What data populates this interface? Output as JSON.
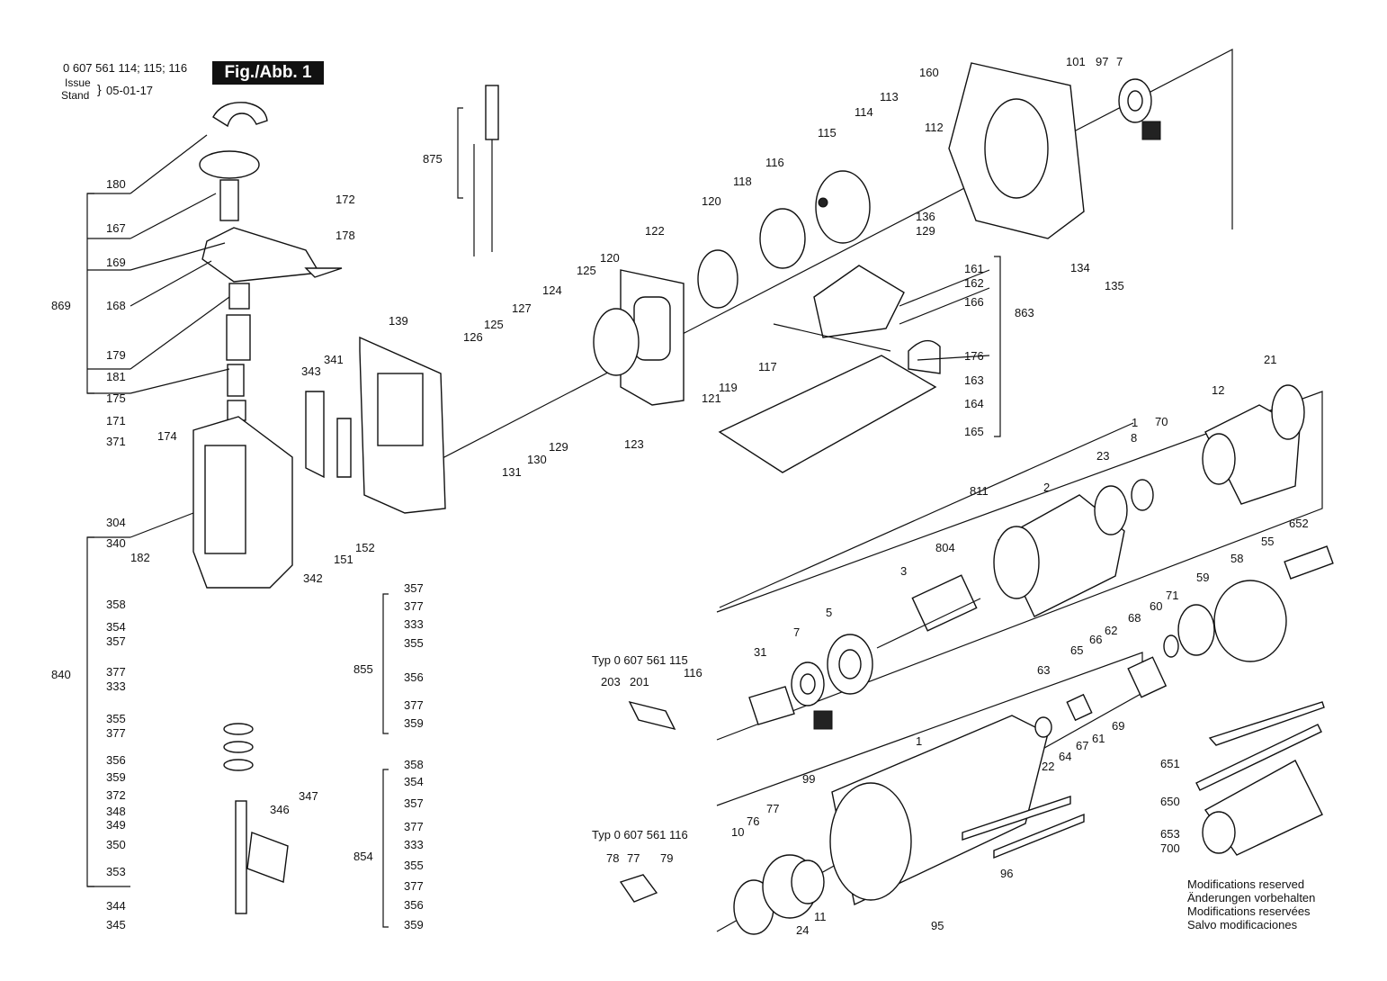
{
  "header": {
    "part_numbers": "0 607 561 114; 115; 116",
    "issue_label": "Issue",
    "stand_label": "Stand",
    "date": "05-01-17",
    "figure_title": "Fig./Abb. 1"
  },
  "typ_labels": {
    "typ_a_line1": "Typ 0 607 561 115",
    "typ_a_line2": "116",
    "typ_b": "Typ 0 607 561 116"
  },
  "notes": [
    "Modifications reserved",
    "Änderungen vorbehalten",
    "Modifications reservées",
    "Salvo modificaciones"
  ],
  "callouts": [
    {
      "id": "c0",
      "text": "180"
    },
    {
      "id": "c1",
      "text": "167"
    },
    {
      "id": "c2",
      "text": "169"
    },
    {
      "id": "c3",
      "text": "168"
    },
    {
      "id": "c4",
      "text": "869"
    },
    {
      "id": "c5",
      "text": "179"
    },
    {
      "id": "c6",
      "text": "181"
    },
    {
      "id": "c7",
      "text": "175"
    },
    {
      "id": "c8",
      "text": "171"
    },
    {
      "id": "c9",
      "text": "371"
    },
    {
      "id": "c10",
      "text": "172"
    },
    {
      "id": "c11",
      "text": "178"
    },
    {
      "id": "c12",
      "text": "174"
    },
    {
      "id": "c13",
      "text": "304"
    },
    {
      "id": "c14",
      "text": "340"
    },
    {
      "id": "c15",
      "text": "182"
    },
    {
      "id": "c16",
      "text": "358"
    },
    {
      "id": "c17",
      "text": "354"
    },
    {
      "id": "c18",
      "text": "357"
    },
    {
      "id": "c19",
      "text": "840"
    },
    {
      "id": "c20",
      "text": "377"
    },
    {
      "id": "c21",
      "text": "333"
    },
    {
      "id": "c22",
      "text": "355"
    },
    {
      "id": "c23",
      "text": "377"
    },
    {
      "id": "c24",
      "text": "356"
    },
    {
      "id": "c25",
      "text": "359"
    },
    {
      "id": "c26",
      "text": "372"
    },
    {
      "id": "c27",
      "text": "348"
    },
    {
      "id": "c28",
      "text": "349"
    },
    {
      "id": "c29",
      "text": "350"
    },
    {
      "id": "c30",
      "text": "353"
    },
    {
      "id": "c31",
      "text": "344"
    },
    {
      "id": "c32",
      "text": "345"
    },
    {
      "id": "c33",
      "text": "346"
    },
    {
      "id": "c34",
      "text": "347"
    },
    {
      "id": "c35",
      "text": "875"
    },
    {
      "id": "c36",
      "text": "343"
    },
    {
      "id": "c37",
      "text": "341"
    },
    {
      "id": "c38",
      "text": "342"
    },
    {
      "id": "c39",
      "text": "151"
    },
    {
      "id": "c40",
      "text": "152"
    },
    {
      "id": "c41",
      "text": "139"
    },
    {
      "id": "c42",
      "text": "126"
    },
    {
      "id": "c43",
      "text": "125"
    },
    {
      "id": "c44",
      "text": "127"
    },
    {
      "id": "c45",
      "text": "124"
    },
    {
      "id": "c46",
      "text": "125"
    },
    {
      "id": "c47",
      "text": "120"
    },
    {
      "id": "c48",
      "text": "122"
    },
    {
      "id": "c49",
      "text": "131"
    },
    {
      "id": "c50",
      "text": "130"
    },
    {
      "id": "c51",
      "text": "129"
    },
    {
      "id": "c52",
      "text": "123"
    },
    {
      "id": "c53",
      "text": "120"
    },
    {
      "id": "c54",
      "text": "118"
    },
    {
      "id": "c55",
      "text": "116"
    },
    {
      "id": "c56",
      "text": "115"
    },
    {
      "id": "c57",
      "text": "114"
    },
    {
      "id": "c58",
      "text": "113"
    },
    {
      "id": "c59",
      "text": "160"
    },
    {
      "id": "c60",
      "text": "112"
    },
    {
      "id": "c61",
      "text": "101"
    },
    {
      "id": "c62",
      "text": "97"
    },
    {
      "id": "c63",
      "text": "7"
    },
    {
      "id": "c64",
      "text": "136"
    },
    {
      "id": "c65",
      "text": "129"
    },
    {
      "id": "c66",
      "text": "134"
    },
    {
      "id": "c67",
      "text": "135"
    },
    {
      "id": "c68",
      "text": "121"
    },
    {
      "id": "c69",
      "text": "119"
    },
    {
      "id": "c70",
      "text": "117"
    },
    {
      "id": "c71",
      "text": "161"
    },
    {
      "id": "c72",
      "text": "162"
    },
    {
      "id": "c73",
      "text": "166"
    },
    {
      "id": "c74",
      "text": "863"
    },
    {
      "id": "c75",
      "text": "176"
    },
    {
      "id": "c76",
      "text": "163"
    },
    {
      "id": "c77",
      "text": "164"
    },
    {
      "id": "c78",
      "text": "165"
    },
    {
      "id": "c79",
      "text": "21"
    },
    {
      "id": "c80",
      "text": "12"
    },
    {
      "id": "c81",
      "text": "1"
    },
    {
      "id": "c82",
      "text": "70"
    },
    {
      "id": "c83",
      "text": "8"
    },
    {
      "id": "c84",
      "text": "23"
    },
    {
      "id": "c85",
      "text": "811"
    },
    {
      "id": "c86",
      "text": "2"
    },
    {
      "id": "c87",
      "text": "804"
    },
    {
      "id": "c88",
      "text": "3"
    },
    {
      "id": "c89",
      "text": "5"
    },
    {
      "id": "c90",
      "text": "7"
    },
    {
      "id": "c91",
      "text": "31"
    },
    {
      "id": "c92",
      "text": "652"
    },
    {
      "id": "c93",
      "text": "55"
    },
    {
      "id": "c94",
      "text": "58"
    },
    {
      "id": "c95",
      "text": "59"
    },
    {
      "id": "c96",
      "text": "71"
    },
    {
      "id": "c97",
      "text": "60"
    },
    {
      "id": "c98",
      "text": "68"
    },
    {
      "id": "c99",
      "text": "62"
    },
    {
      "id": "c100",
      "text": "66"
    },
    {
      "id": "c101",
      "text": "65"
    },
    {
      "id": "c102",
      "text": "63"
    },
    {
      "id": "c103",
      "text": "69"
    },
    {
      "id": "c104",
      "text": "61"
    },
    {
      "id": "c105",
      "text": "67"
    },
    {
      "id": "c106",
      "text": "64"
    },
    {
      "id": "c107",
      "text": "22"
    },
    {
      "id": "c108",
      "text": "1"
    },
    {
      "id": "c109",
      "text": "357"
    },
    {
      "id": "c110",
      "text": "377"
    },
    {
      "id": "c111",
      "text": "333"
    },
    {
      "id": "c112",
      "text": "355"
    },
    {
      "id": "c113",
      "text": "855"
    },
    {
      "id": "c114",
      "text": "356"
    },
    {
      "id": "c115",
      "text": "377"
    },
    {
      "id": "c116",
      "text": "359"
    },
    {
      "id": "c117",
      "text": "203"
    },
    {
      "id": "c118",
      "text": "201"
    },
    {
      "id": "c119",
      "text": "358"
    },
    {
      "id": "c120",
      "text": "354"
    },
    {
      "id": "c121",
      "text": "357"
    },
    {
      "id": "c122",
      "text": "377"
    },
    {
      "id": "c123",
      "text": "333"
    },
    {
      "id": "c124",
      "text": "854"
    },
    {
      "id": "c125",
      "text": "355"
    },
    {
      "id": "c126",
      "text": "377"
    },
    {
      "id": "c127",
      "text": "356"
    },
    {
      "id": "c128",
      "text": "359"
    },
    {
      "id": "c129",
      "text": "78"
    },
    {
      "id": "c130",
      "text": "77"
    },
    {
      "id": "c131",
      "text": "79"
    },
    {
      "id": "c132",
      "text": "99"
    },
    {
      "id": "c133",
      "text": "77"
    },
    {
      "id": "c134",
      "text": "76"
    },
    {
      "id": "c135",
      "text": "10"
    },
    {
      "id": "c136",
      "text": "24"
    },
    {
      "id": "c137",
      "text": "11"
    },
    {
      "id": "c138",
      "text": "96"
    },
    {
      "id": "c139",
      "text": "95"
    },
    {
      "id": "c140",
      "text": "651"
    },
    {
      "id": "c141",
      "text": "650"
    },
    {
      "id": "c142",
      "text": "653"
    },
    {
      "id": "c143",
      "text": "700"
    }
  ]
}
